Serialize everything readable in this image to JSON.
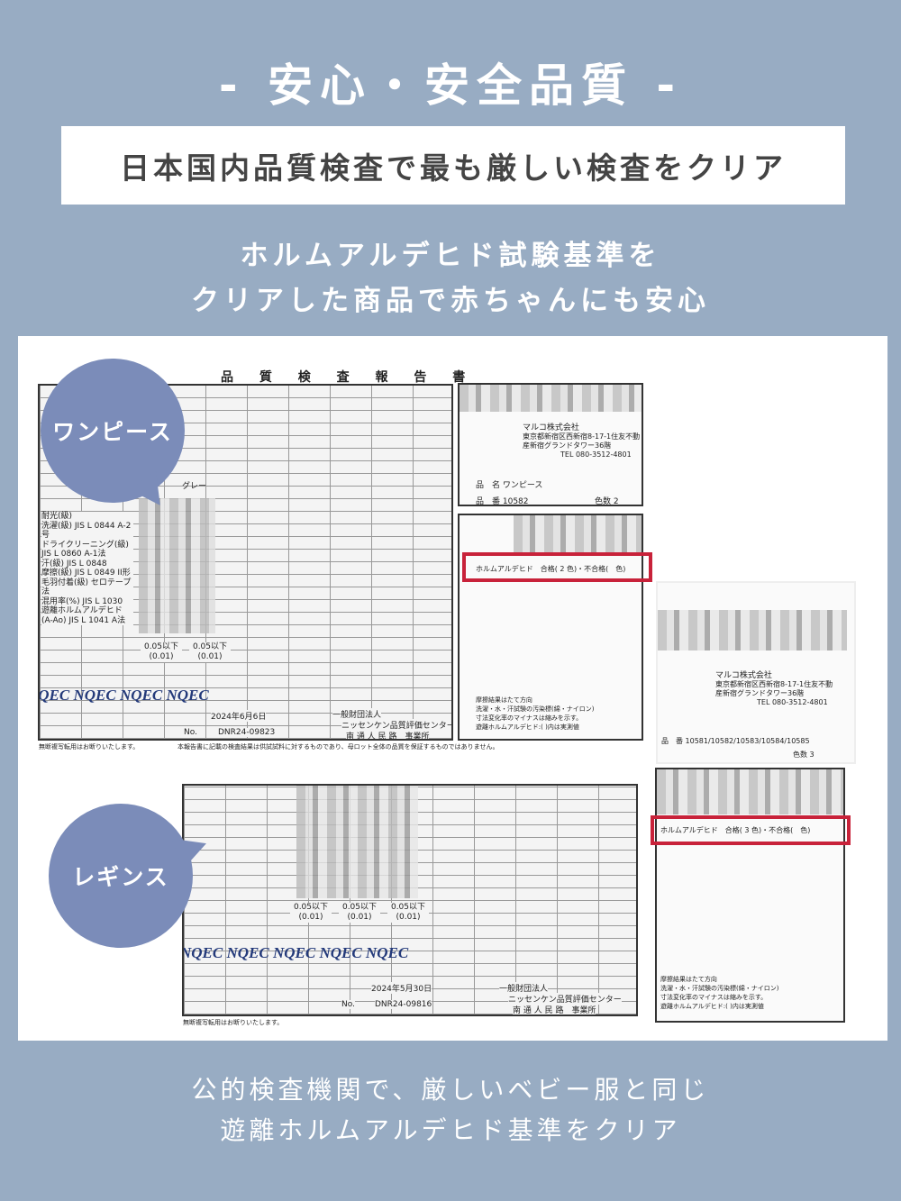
{
  "header": {
    "title": "- 安心・安全品質 -",
    "band": "日本国内品質検査で最も厳しい検査をクリア",
    "subtitle_line1": "ホルムアルデヒド試験基準を",
    "subtitle_line2": "クリアした商品で赤ちゃんにも安心"
  },
  "accent_color": "#7b8cb9",
  "highlight_color": "#c8223a",
  "onepiece": {
    "label": "ワンピース",
    "report_title": "品 質 検 査 報 告 書",
    "date": "2024年6月6日",
    "no_label": "No.",
    "no": "DNR24-09823",
    "org1": "一般財団法人",
    "org2": "ニッセンケン品質評価センター",
    "org3": "南 通 人 民 路　事業所",
    "watermark": "NQEC NQEC NQEC NQEC",
    "result1": "0.05以下 (0.01)",
    "result2": "0.05以下 (0.01)",
    "color_col": "グレー",
    "footer_note": "無断複写転用はお断りいたします。",
    "footer_disclaimer": "本報告書に記載の検査結果は供試試料に対するものであり、母ロット全体の品質を保証するものではありません。",
    "rows": [
      "耐光(級)",
      "洗濯(級) JIS L 0844 A-2号",
      "ドライクリーニング(級) JIS L 0860 A-1法",
      "汗(級) JIS L 0848",
      "摩擦(級) JIS L 0849 II形",
      "毛羽付着(級) セロテープ法",
      "混用率(%) JIS L 1030",
      "遊離ホルムアルデヒド(A-Ao) JIS L 1041 A法"
    ],
    "company": "マルコ株式会社",
    "address1": "東京都新宿区西新宿8-17-1住友不動",
    "address2": "産新宿グランドタワー36階",
    "tel": "TEL 080-3512-4801",
    "product_name": "品　名 ワンピース",
    "product_no": "品　番 10582",
    "color_count": "色数 2",
    "judgement": "ホルムアルデヒド　合格( 2 色)・不合格(　色)",
    "notes": [
      "摩擦結果はたて方向",
      "洗濯・水・汗試験の汚染標(綿・ナイロン)",
      "寸法変化率のマイナスは縮みを示す。",
      "遊離ホルムアルデヒド:( )内は実測値"
    ]
  },
  "leggings": {
    "label": "レギンス",
    "date": "2024年5月30日",
    "no_label": "No.",
    "no": "DNR24-09816",
    "org1": "一般財団法人",
    "org2": "ニッセンケン品質評価センター",
    "org3": "南 通 人 民 路　事業所",
    "watermark": "NQEC NQEC NQEC NQEC NQEC",
    "results": [
      "0.05以下 (0.01)",
      "0.05以下 (0.01)",
      "0.05以下 (0.01)"
    ],
    "footer_note": "無断複写転用はお断りいたします。",
    "company": "マルコ株式会社",
    "address1": "東京都新宿区西新宿8-17-1住友不動",
    "address2": "産新宿グランドタワー36階",
    "tel": "TEL 080-3512-4801",
    "product_no": "品　番 10581/10582/10583/10584/10585",
    "color_count": "色数 3",
    "judgement": "ホルムアルデヒド　合格( 3 色)・不合格(　色)",
    "notes": [
      "摩擦結果はたて方向",
      "洗濯・水・汗試験の汚染標(綿・ナイロン)",
      "寸法変化率のマイナスは縮みを示す。",
      "遊離ホルムアルデヒド:( )内は実測値"
    ]
  },
  "footer": {
    "line1": "公的検査機関で、厳しいベビー服と同じ",
    "line2": "遊離ホルムアルデヒド基準をクリア"
  }
}
